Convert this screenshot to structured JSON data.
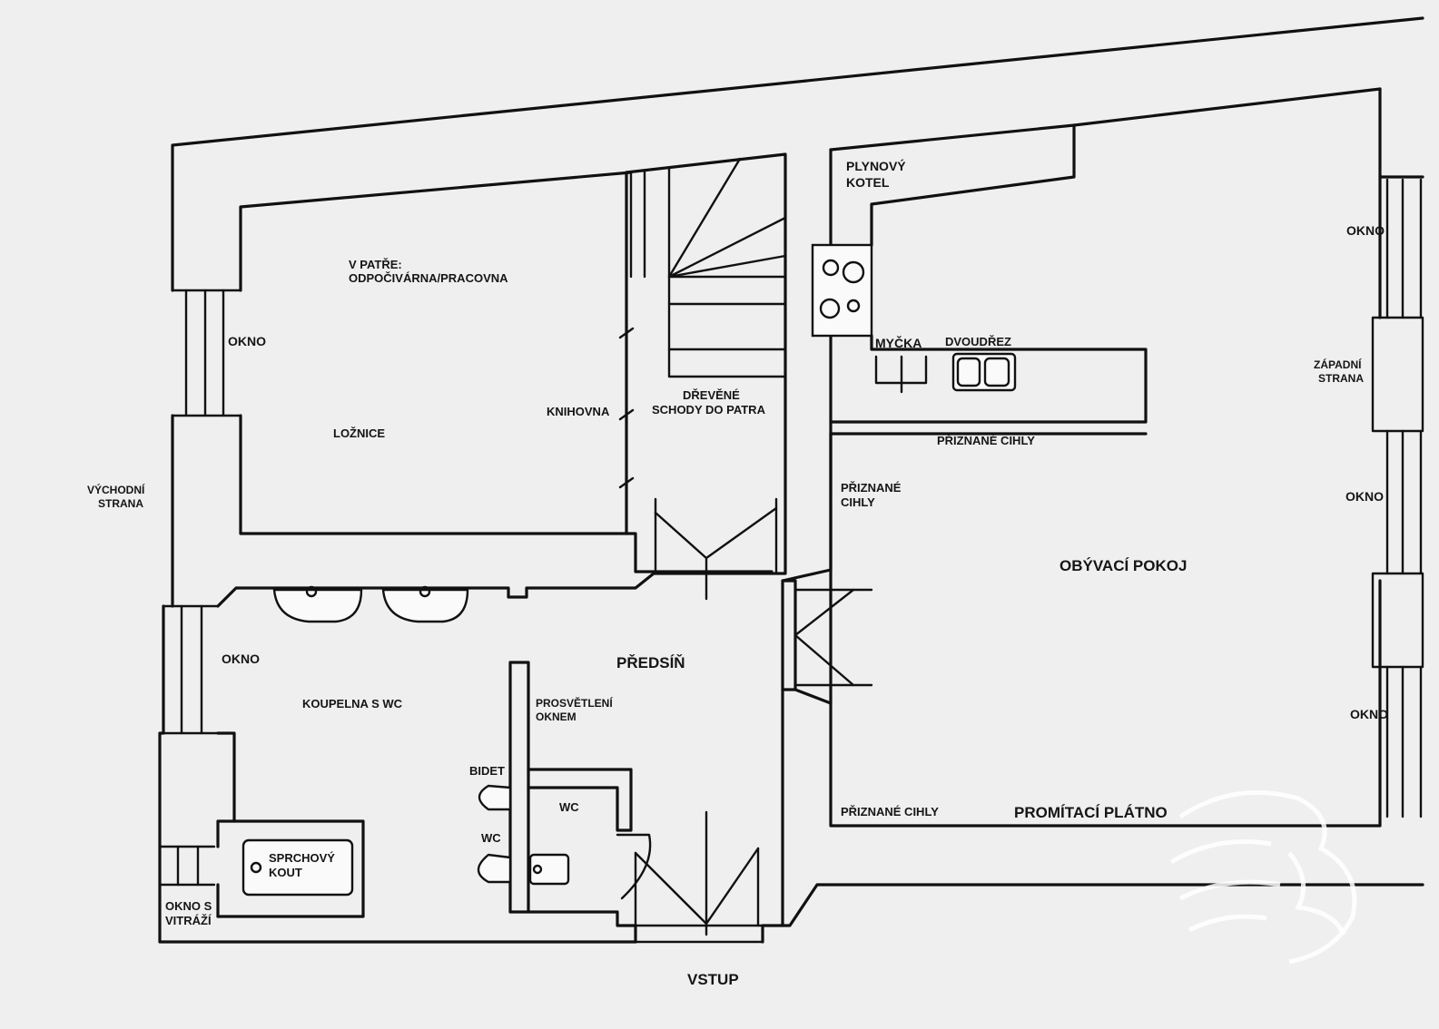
{
  "labels": {
    "upstairs_line1": "V PATŘE:",
    "upstairs_line2": "ODPOČIVÁRNA/PRACOVNA",
    "bedroom_window": "OKNO",
    "bedroom": "LOŽNICE",
    "bookshelf": "KNIHOVNA",
    "stairs_line1": "DŘEVĚNÉ",
    "stairs_line2": "SCHODY DO PATRA",
    "east_line1": "VÝCHODNÍ",
    "east_line2": "STRANA",
    "boiler_line1": "PLYNOVÝ",
    "boiler_line2": "KOTEL",
    "dishwasher": "MYČKA",
    "double_sink": "DVOUDŘEZ",
    "brick_kitchen": "PŘIZNANÉ CIHLY",
    "brick_wall_line1": "PŘIZNANÉ",
    "brick_wall_line2": "CIHLY",
    "living_room": "OBÝVACÍ POKOJ",
    "west_window_1": "OKNO",
    "west_line1": "ZÁPADNÍ",
    "west_line2": "STRANA",
    "west_window_2": "OKNO",
    "west_window_3": "OKNO",
    "hall": "PŘEDSÍŇ",
    "bath_window": "OKNO",
    "bathroom": "KOUPELNA S WC",
    "skylight_line1": "PROSVĚTLENÍ",
    "skylight_line2": "OKNEM",
    "bidet": "BIDET",
    "wc_bath": "WC",
    "wc_room": "WC",
    "shower_line1": "SPRCHOVÝ",
    "shower_line2": "KOUT",
    "stained_line1": "OKNO S",
    "stained_line2": "VITRÁŽÍ",
    "brick_bottom": "PŘIZNANÉ CIHLY",
    "screen": "PROMÍTACÍ PLÁTNO",
    "entrance": "VSTUP"
  },
  "colors": {
    "ink": "#111111",
    "paper": "#f3f3f3",
    "watermark": "#ffffff"
  },
  "icons": {
    "watermark": "lion-head-logo"
  }
}
